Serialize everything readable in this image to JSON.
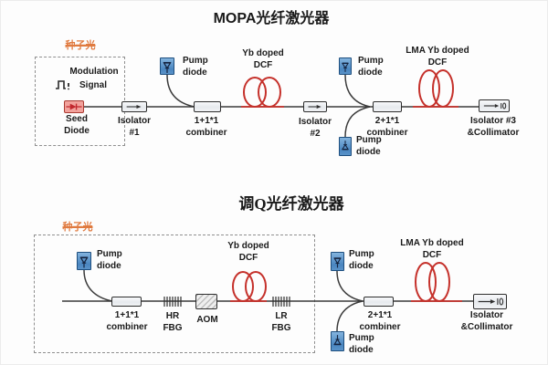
{
  "titles": {
    "mopa": "MOPA光纤激光器",
    "qswitch": "调Q光纤激光器"
  },
  "labels": {
    "seed_light": "种子光",
    "modulation": {
      "l1": "Modulation",
      "l2": "Signal"
    },
    "seed_diode": {
      "l1": "Seed",
      "l2": "Diode"
    },
    "pump_diode": {
      "l1": "Pump",
      "l2": "diode"
    },
    "isolator1": {
      "l1": "Isolator",
      "l2": "#1"
    },
    "isolator2": {
      "l1": "Isolator",
      "l2": "#2"
    },
    "isolator3": {
      "l1": "Isolator #3",
      "l2": "&Collimator"
    },
    "isolator_collimator": {
      "l1": "Isolator",
      "l2": "&Collimator"
    },
    "combiner_1x1": {
      "l1": "1+1*1",
      "l2": "combiner"
    },
    "combiner_2x1": {
      "l1": "2+1*1",
      "l2": "combiner"
    },
    "yb_dcf": {
      "l1": "Yb doped",
      "l2": "DCF"
    },
    "lma_yb_dcf": {
      "l1": "LMA Yb doped",
      "l2": "DCF"
    },
    "hr_fbg": {
      "l1": "HR",
      "l2": "FBG"
    },
    "lr_fbg": {
      "l1": "LR",
      "l2": "FBG"
    },
    "aom": "AOM"
  },
  "icons": {
    "pulse-icon": "square pulse waveform with mark",
    "laser-diode-icon": "filled right triangle with cathode bar",
    "pump-diode-icon": "outlined diode triangle pointing toward fiber",
    "isolator-arrow-icon": "line with right arrowhead",
    "collimator-lens-icon": "small vertical lens ellipse",
    "fiber-coil-icon": "two overlapping red loops",
    "fbg-grating-icon": "vertical tick marks on fiber",
    "aom-hatch": "diagonal hatched box"
  },
  "colors": {
    "fiber": "#3b3b3b",
    "doped_fiber": "#c5312b",
    "pump_fill": "#5b93c9",
    "pump_border": "#1d4e7e",
    "seed_fill": "#f2a29c",
    "seed_border": "#a93a31",
    "component_border": "#2e2e2e",
    "component_fill": "#eef0f3",
    "seed_light_text": "#e07a3f",
    "dashed_border": "#8f8f8f",
    "label_text": "#1b1b1b"
  }
}
